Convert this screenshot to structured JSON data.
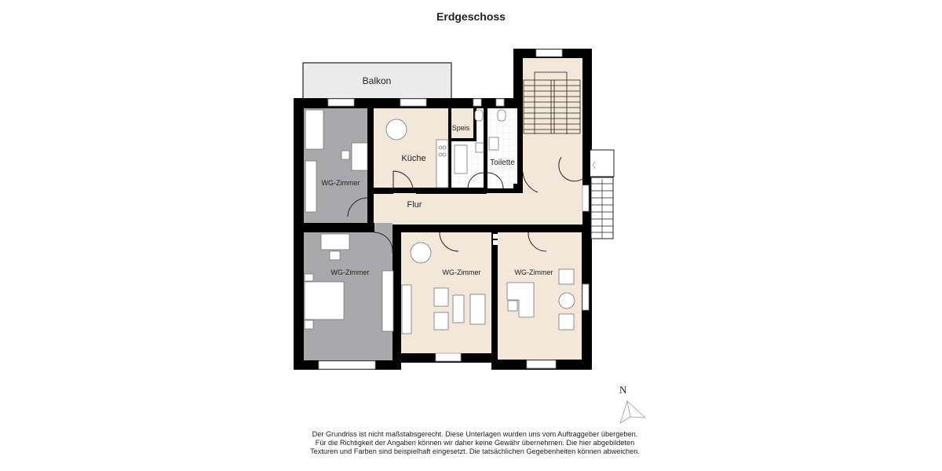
{
  "title": "Erdgeschoss",
  "rooms": {
    "balkon": "Balkon",
    "kueche": "Küche",
    "speis": "Speis",
    "toilette": "Toilette",
    "flur": "Flur",
    "wg_zimmer_1": "WG-Zimmer",
    "wg_zimmer_2": "WG-Zimmer",
    "wg_zimmer_3": "WG-Zimmer",
    "wg_zimmer_4": "WG-Zimmer"
  },
  "compass": {
    "label": "N"
  },
  "disclaimer": {
    "line1": "Der Grundriss ist nicht maßstabsgerecht. Diese Unterlagen wurden uns vom Auftraggeber übergeben.",
    "line2": "Für die Richtigkeit der Angaben können wir daher keine Gewähr übernehmen. Die hier abgebildeten",
    "line3": "Texturen und Farben sind beispielhaft eingesetzt. Die tatsächlichen Gegebenheiten können abweichen."
  },
  "colors": {
    "wall": "#000000",
    "wood_floor": "#f3e7d9",
    "carpet_floor": "#a9a9ab",
    "tile_floor": "#ffffff",
    "balcony": "#ebebeb"
  }
}
